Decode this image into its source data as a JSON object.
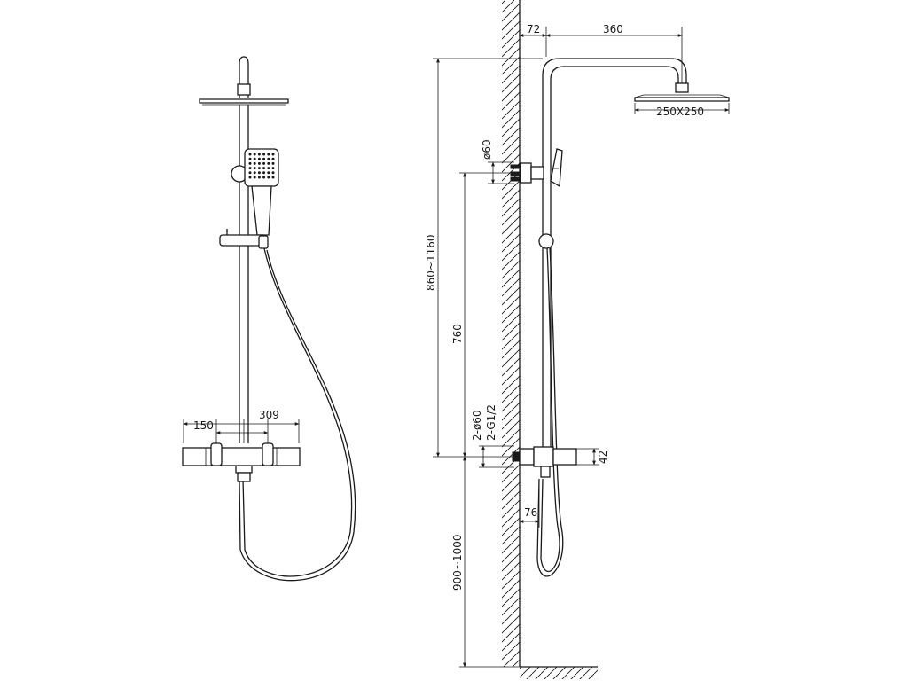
{
  "front_view": {
    "dims": {
      "offset_150": "150",
      "offset_309": "309"
    }
  },
  "side_view": {
    "dims": {
      "wall_offset": "72",
      "arm_length": "360",
      "head_size": "250X250",
      "bracket_diameter": "ø60",
      "overall_height": "860~1160",
      "rail_height": "760",
      "inlet_diameter": "2-ø60",
      "inlet_thread": "2-G1/2",
      "mixer_height": "42",
      "mixer_depth": "76",
      "install_height": "900~1000"
    }
  },
  "colors": {
    "line": "#1a1a1a",
    "background": "#ffffff"
  }
}
